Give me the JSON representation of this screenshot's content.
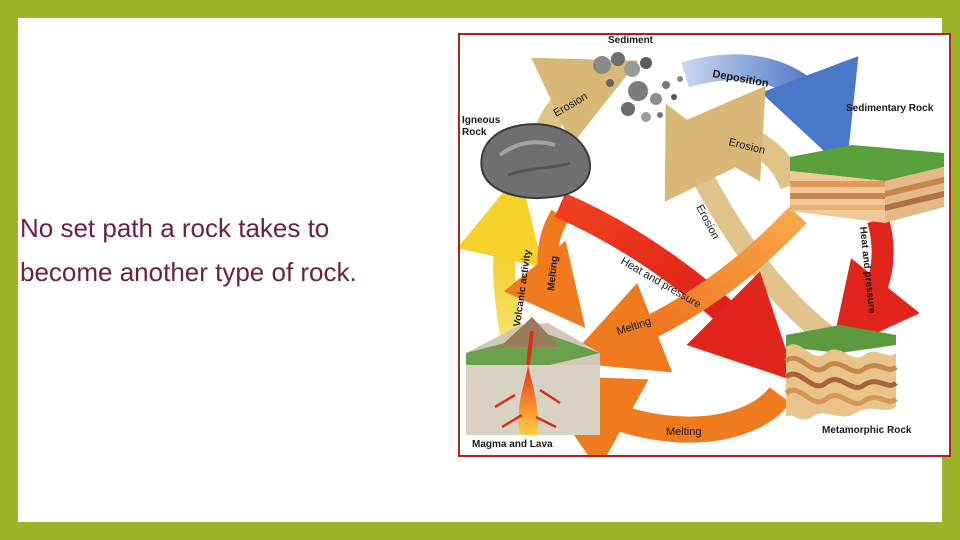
{
  "slide": {
    "text_lines": [
      "No set path a rock takes to",
      "become another type of rock."
    ]
  },
  "diagram": {
    "labels": {
      "sediment": "Sediment",
      "deposition": "Deposition",
      "sedimentary_rock": "Sedimentary Rock",
      "igneous_rock_line1": "Igneous",
      "igneous_rock_line2": "Rock",
      "erosion_top": "Erosion",
      "erosion_right": "Erosion",
      "erosion_diag": "Erosion",
      "volcanic_activity": "Volcanic activity",
      "melting_left": "Melting",
      "heat_pressure_diag": "Heat and pressure",
      "heat_pressure_right": "Heat and pressure",
      "melting_mid": "Melting",
      "melting_bottom": "Melting",
      "magma_lava": "Magma and Lava",
      "metamorphic_rock": "Metamorphic Rock"
    }
  },
  "colors": {
    "frame": "#9db42a",
    "text": "#6b2140",
    "figure_border": "#b02020"
  }
}
